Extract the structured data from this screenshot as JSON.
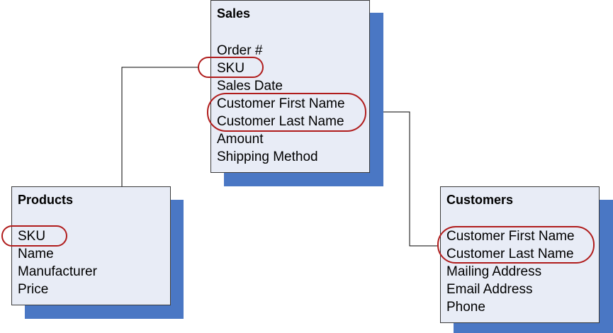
{
  "tables": {
    "sales": {
      "title": "Sales",
      "fields": [
        "Order #",
        "SKU",
        "Sales Date",
        "Customer First Name",
        "Customer Last Name",
        "Amount",
        "Shipping Method"
      ]
    },
    "products": {
      "title": "Products",
      "fields": [
        "SKU",
        "Name",
        "Manufacturer",
        "Price"
      ]
    },
    "customers": {
      "title": "Customers",
      "fields": [
        "Customer First Name",
        "Customer Last Name",
        "Mailing Address",
        "Email Address",
        "Phone"
      ]
    }
  },
  "colors": {
    "box_fill": "#e8ecf6",
    "shadow": "#4a77c4",
    "highlight": "#b01c1c",
    "line": "#000000"
  }
}
